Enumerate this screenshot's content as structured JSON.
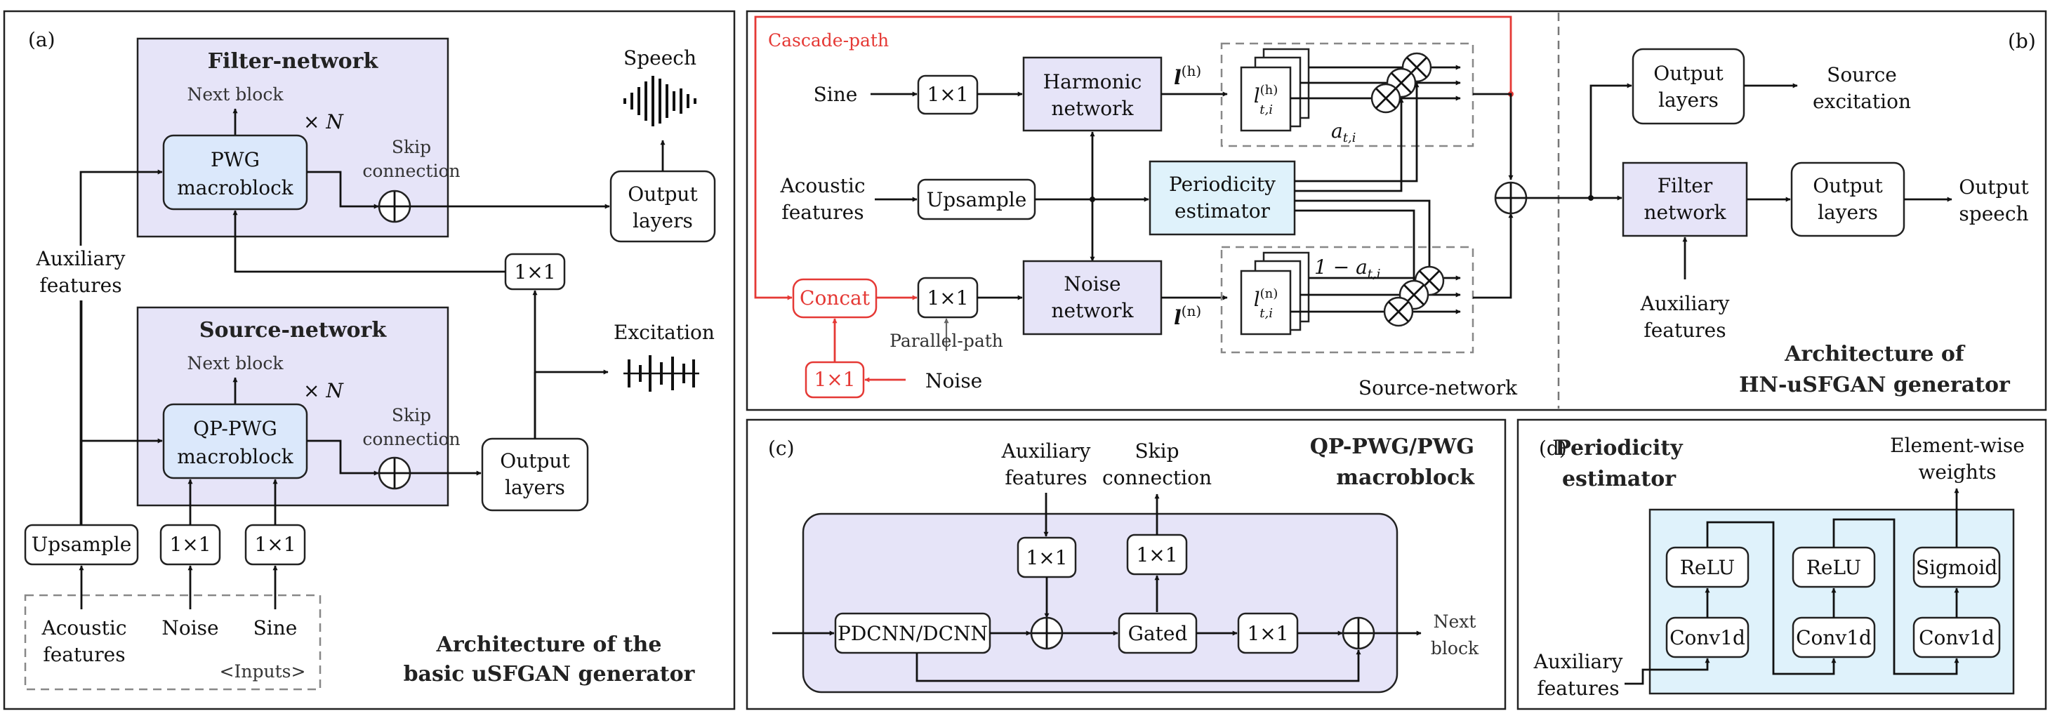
{
  "panel_a": {
    "tag": "(a)",
    "filter_title": "Filter-network",
    "source_title": "Source-network",
    "next_block": "Next block",
    "times_n": "× N",
    "pwg_1": "PWG",
    "pwg_2": "macroblock",
    "qppwg_1": "QP-PWG",
    "qppwg_2": "macroblock",
    "skip_1": "Skip",
    "skip_2": "connection",
    "output_1": "Output",
    "output_2": "layers",
    "speech": "Speech",
    "excitation": "Excitation",
    "one_by_one": "1×1",
    "aux_1": "Auxiliary",
    "aux_2": "features",
    "upsample": "Upsample",
    "acoustic_1": "Acoustic",
    "acoustic_2": "features",
    "noise": "Noise",
    "sine": "Sine",
    "inputs": "<Inputs>",
    "caption_1": "Architecture of the",
    "caption_2": "basic uSFGAN generator"
  },
  "panel_b": {
    "tag": "(b)",
    "cascade": "Cascade-path",
    "sine": "Sine",
    "one_by_one": "1×1",
    "harmonic_1": "Harmonic",
    "harmonic_2": "network",
    "l_h": "l",
    "sup_h": "(h)",
    "acoustic_1": "Acoustic",
    "acoustic_2": "features",
    "upsample": "Upsample",
    "periodicity_1": "Periodicity",
    "periodicity_2": "estimator",
    "concat": "Concat",
    "noise_net_1": "Noise",
    "noise_net_2": "network",
    "l_n": "l",
    "sup_n": "(n)",
    "parallel": "Parallel-path",
    "noise": "Noise",
    "a_ti": "a",
    "a_sub": "t,i",
    "one_minus": "1 − a",
    "source_network": "Source-network",
    "output_1": "Output",
    "output_2": "layers",
    "source_exc_1": "Source",
    "source_exc_2": "excitation",
    "filter_1": "Filter",
    "filter_2": "network",
    "out_speech_1": "Output",
    "out_speech_2": "speech",
    "aux_1": "Auxiliary",
    "aux_2": "features",
    "caption_1": "Architecture of",
    "caption_2": "HN-uSFGAN generator"
  },
  "panel_c": {
    "tag": "(c)",
    "title_1": "QP-PWG/PWG",
    "title_2": "macroblock",
    "aux_1": "Auxiliary",
    "aux_2": "features",
    "skip_1": "Skip",
    "skip_2": "connection",
    "one_by_one": "1×1",
    "pdcnn": "PDCNN/DCNN",
    "gated": "Gated",
    "next_1": "Next",
    "next_2": "block"
  },
  "panel_d": {
    "tag": "(d)",
    "title_1": "Periodicity",
    "title_2": "estimator",
    "weights_1": "Element-wise",
    "weights_2": "weights",
    "relu": "ReLU",
    "sigmoid": "Sigmoid",
    "conv": "Conv1d",
    "aux_1": "Auxiliary",
    "aux_2": "features"
  }
}
